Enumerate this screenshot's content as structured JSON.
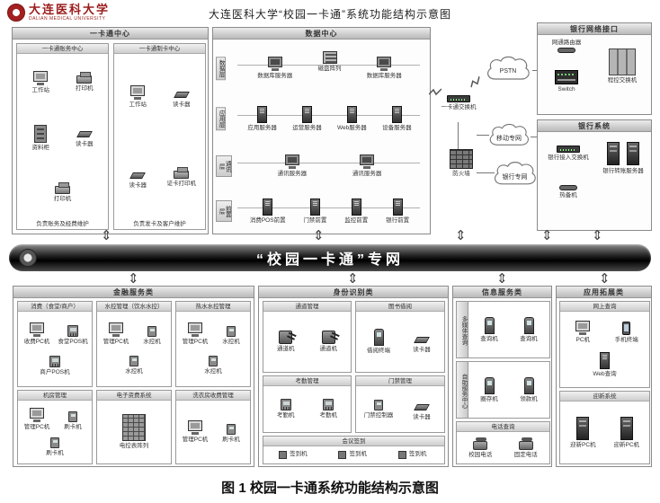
{
  "header": {
    "title": "大连医科大学“校园一卡通”系统功能结构示意图",
    "logo_cn": "大连医科大学",
    "logo_en": "DALIAN MEDICAL UNIVERSITY"
  },
  "caption": "图 1  校园一卡通系统功能结构示意图",
  "backbone": {
    "label": "“校园一卡通”专网"
  },
  "icons": {
    "updown_arrow": "⇕"
  },
  "onecard_center": {
    "title": "一卡通中心",
    "accounting": {
      "title": "一卡通账务中心",
      "devices": [
        "工作站",
        "打印机",
        "资料柜",
        "读卡器",
        "打印机"
      ],
      "note": "负责账务及经费维护"
    },
    "card_center": {
      "title": "一卡通制卡中心",
      "devices": [
        "工作站",
        "读卡器",
        "读卡器",
        "证卡打印机"
      ],
      "note": "负责发卡及客户维护"
    }
  },
  "data_center": {
    "title": "数据中心",
    "layers": [
      {
        "name": "数据层",
        "devices": [
          "数据库服务器",
          "磁盘阵列",
          "数据库服务器"
        ]
      },
      {
        "name": "应用层",
        "devices": [
          "应用服务器",
          "运营服务器",
          "Web服务器",
          "设备服务器"
        ]
      },
      {
        "name": "通讯层",
        "devices": [
          "通讯服务器",
          "通讯服务器"
        ]
      },
      {
        "name": "前置层",
        "devices": [
          "消费POS前置",
          "门禁前置",
          "监控前置",
          "银行前置"
        ]
      }
    ]
  },
  "links": {
    "switch": "一卡通交换机",
    "firewall": "防火墙",
    "clouds": [
      "PSTN",
      "移动专网",
      "银行专网"
    ]
  },
  "bank_interface": {
    "title": "银行网络接口",
    "router": "网通路由器",
    "switch": "Switch",
    "pbx": "程控交换机"
  },
  "bank_system": {
    "title": "银行系统",
    "access_switch": "银行接入交换机",
    "hot_backup": "热备机",
    "transfer_server": "银行转账服务器"
  },
  "financial": {
    "title": "金融服务类",
    "boxes": [
      {
        "title": "消费（食堂/商户）",
        "devices": [
          "收费PC机",
          "食堂POS机",
          "商户POS机"
        ]
      },
      {
        "title": "水控管理（饮水水控）",
        "devices": [
          "管理PC机",
          "水控机",
          "水控机"
        ]
      },
      {
        "title": "热水水控管理",
        "devices": [
          "管理PC机",
          "水控机",
          "水控机"
        ]
      },
      {
        "title": "机房管理",
        "devices": [
          "管理PC机",
          "刷卡机",
          "刷卡机"
        ]
      },
      {
        "title": "电子资费系统",
        "devices": [
          "电控表阵列"
        ]
      },
      {
        "title": "洗衣房收费管理",
        "devices": [
          "管理PC机",
          "刷卡机"
        ]
      }
    ]
  },
  "identity": {
    "title": "身份识别类",
    "boxes": [
      {
        "title": "通道管理",
        "devices": [
          "通道机",
          "通道机"
        ]
      },
      {
        "title": "图书借阅",
        "devices": [
          "借阅终端",
          "读卡器"
        ]
      },
      {
        "title": "考勤管理",
        "devices": [
          "考勤机",
          "考勤机"
        ]
      },
      {
        "title": "门禁管理",
        "devices": [
          "门禁控制器",
          "读卡器"
        ]
      },
      {
        "title": "会议签到",
        "devices": [
          "签到机",
          "签到机",
          "签到机"
        ]
      }
    ]
  },
  "info": {
    "title": "信息服务类",
    "boxes": [
      {
        "title": "多媒体查询",
        "devices": [
          "查询机",
          "查询机"
        ]
      },
      {
        "title": "自助服务中心",
        "devices": [
          "圈存机",
          "领款机"
        ]
      },
      {
        "title": "电话查询",
        "devices": [
          "校园电话",
          "固定电话"
        ]
      }
    ]
  },
  "extension": {
    "title": "应用拓展类",
    "boxes": [
      {
        "title": "网上查询",
        "devices": [
          "PC机",
          "手机终端",
          "Web查询"
        ]
      },
      {
        "title": "迎新系统",
        "devices": [
          "迎新PC机",
          "迎新PC机"
        ]
      }
    ]
  }
}
